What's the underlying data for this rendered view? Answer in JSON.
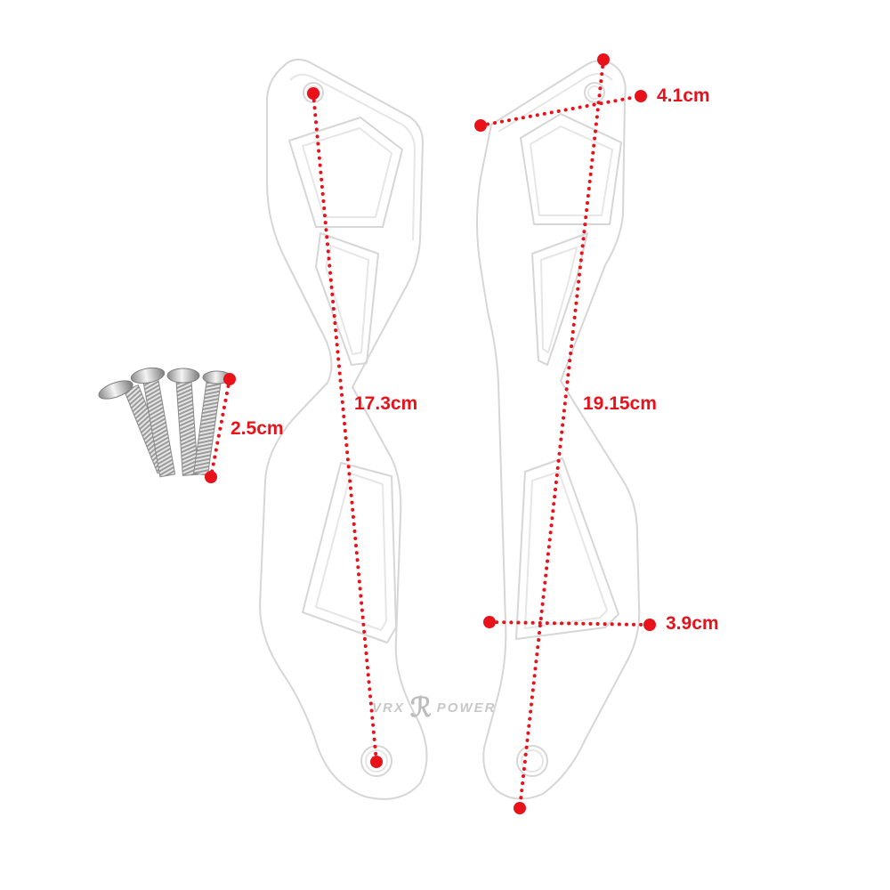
{
  "dimensions": {
    "left_length": "17.3cm",
    "right_length": "19.15cm",
    "top_width": "4.1cm",
    "bottom_width": "3.9cm",
    "bolt_length": "2.5cm"
  },
  "watermark": {
    "left_text": "VRX",
    "right_text": "POWER"
  },
  "colors": {
    "accent": "#e8121b",
    "outline": "#d9d9d9",
    "bolt": "#b8b8b8"
  },
  "icons": [
    "bolt-icon",
    "bracket-left-icon",
    "bracket-right-icon",
    "brand-logo-icon"
  ]
}
